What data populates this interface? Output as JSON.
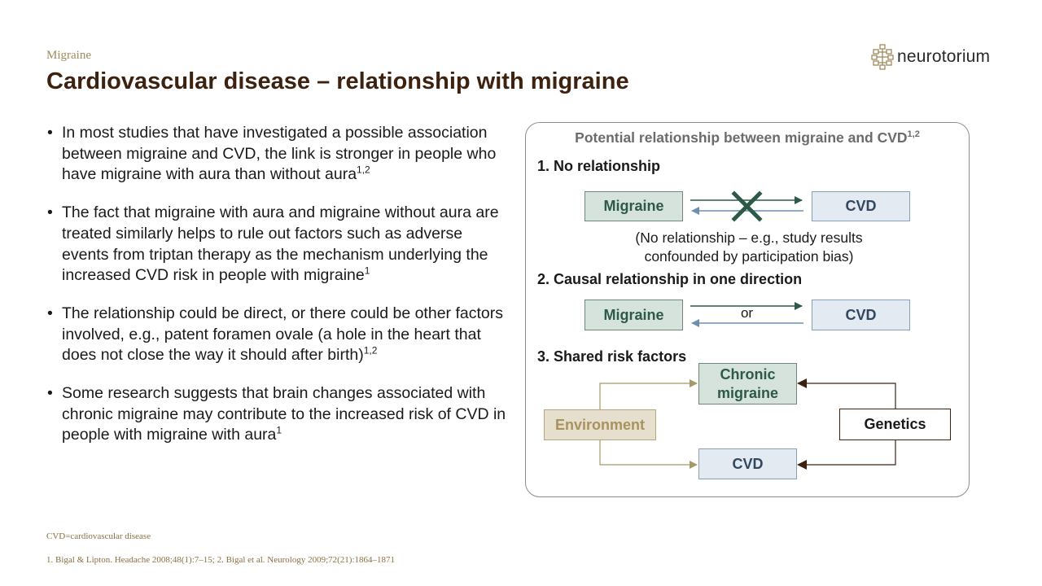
{
  "header": {
    "section": "Migraine",
    "title": "Cardiovascular disease – relationship with migraine",
    "logo_text": "neurotorium"
  },
  "bullets": [
    {
      "text": "In most studies that have investigated a possible association between migraine and CVD, the link is stronger in people who have migraine with aura than without aura",
      "sup": "1,2"
    },
    {
      "text": "The fact that migraine with aura and migraine without aura are treated similarly helps to rule out factors such as adverse events from triptan therapy as the mechanism underlying the increased CVD risk in people with migraine",
      "sup": "1"
    },
    {
      "text": "The relationship could be direct, or there could be other factors involved, e.g., patent foramen ovale (a hole in the heart that does not close the way it should after birth)",
      "sup": "1,2"
    },
    {
      "text": "Some research suggests that brain changes associated with chronic migraine may contribute to the increased risk of CVD in people with migraine with aura",
      "sup": "1"
    }
  ],
  "diagram": {
    "title": "Potential relationship between migraine and CVD",
    "title_sup": "1,2",
    "section1": {
      "heading": "1. No relationship",
      "left": "Migraine",
      "right": "CVD",
      "note_line1": "(No relationship – e.g., study results",
      "note_line2": "confounded by participation bias)"
    },
    "section2": {
      "heading": "2. Causal relationship in one direction",
      "left": "Migraine",
      "right": "CVD",
      "or": "or"
    },
    "section3": {
      "heading": "3. Shared risk factors",
      "chronic_line1": "Chronic",
      "chronic_line2": "migraine",
      "environment": "Environment",
      "genetics": "Genetics",
      "cvd": "CVD"
    }
  },
  "footer": {
    "abbrev": "CVD=cardiovascular disease",
    "refs": "1. Bigal & Lipton. Headache 2008;48(1):7–15; 2. Bigal et al. Neurology 2009;72(21):1864–1871"
  },
  "colors": {
    "title": "#3d2210",
    "section": "#a08a5c",
    "migraine_green": "#2d5a48",
    "cvd_blue": "#6f8fb0",
    "environment_tan": "#b5a67e",
    "genetics_brown": "#3d2210"
  }
}
